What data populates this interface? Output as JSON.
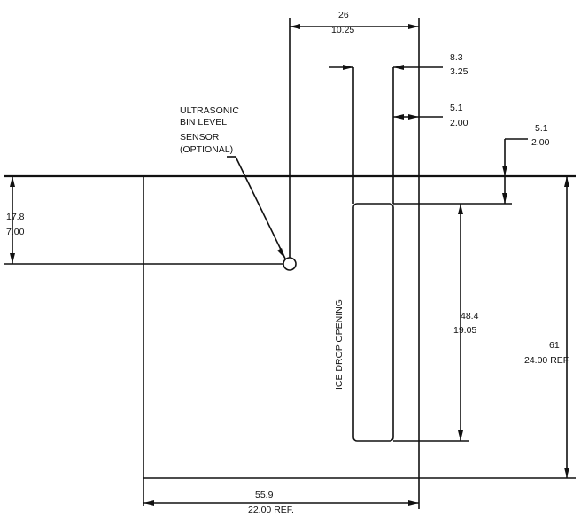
{
  "dimensions": {
    "top_width": {
      "metric": "26",
      "imperial": "10.25"
    },
    "right_gap": {
      "metric": "8.3",
      "imperial": "3.25"
    },
    "inner_gap": {
      "metric": "5.1",
      "imperial": "2.00"
    },
    "top_offset": {
      "metric": "5.1",
      "imperial": "2.00"
    },
    "sensor_depth": {
      "metric": "17.8",
      "imperial": "7.00"
    },
    "opening_height": {
      "metric": "48.4",
      "imperial": "19.05"
    },
    "overall_height": {
      "metric": "61",
      "imperial": "24.00 REF."
    },
    "overall_width": {
      "metric": "55.9",
      "imperial": "22.00 REF."
    }
  },
  "callouts": {
    "sensor_lines": [
      "ULTRASONIC",
      "BIN LEVEL",
      "SENSOR",
      "(OPTIONAL)"
    ],
    "ice_drop": "ICE DROP OPENING"
  }
}
